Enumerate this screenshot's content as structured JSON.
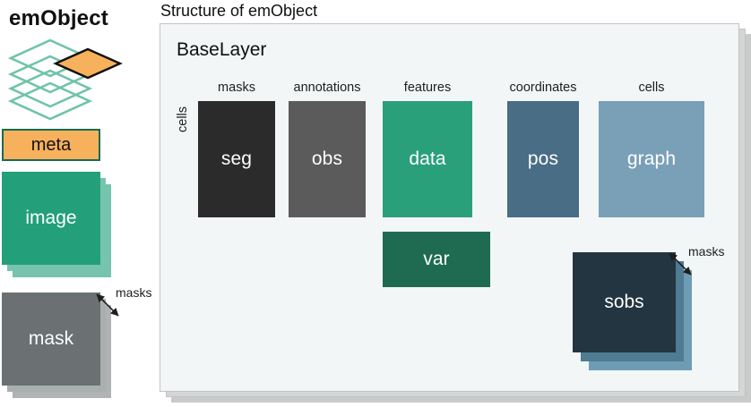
{
  "left_panel": {
    "title": "emObject",
    "logo_icon": "stacked-diamond-layers-icon",
    "meta_label": "meta",
    "image_label": "image",
    "mask_label": "mask",
    "masks_callout": "masks",
    "masks_arrow_icon": "double-headed-diagonal-arrow-icon"
  },
  "right_panel": {
    "title": "Structure of emObject",
    "layer_title": "BaseLayer",
    "row_label": "cells",
    "column_labels": [
      "masks",
      "annotations",
      "features",
      "coordinates",
      "cells"
    ],
    "boxes": {
      "seg": "seg",
      "obs": "obs",
      "data": "data",
      "pos": "pos",
      "graph": "graph",
      "var": "var",
      "sobs": "sobs"
    },
    "masks_callout": "masks",
    "masks_arrow_icon": "double-headed-diagonal-arrow-icon"
  },
  "colors": {
    "orange": "#f7b15c",
    "orange_border": "#176b52",
    "teal_green": "#239f79",
    "light_green": "#76c4ad",
    "dark_green": "#1e6b52",
    "gray_mask": "#6b7072",
    "light_gray_mask": "#a9aeae",
    "near_black": "#2b2b2b",
    "mid_gray": "#5b5b5b",
    "feature_green": "#2aa07a",
    "slate_blue": "#496d85",
    "light_slate_blue": "#7aa0b7",
    "navy": "#233540",
    "panel_bg": "#f2f6f6",
    "panel_shadow": "#c9cbcb"
  }
}
